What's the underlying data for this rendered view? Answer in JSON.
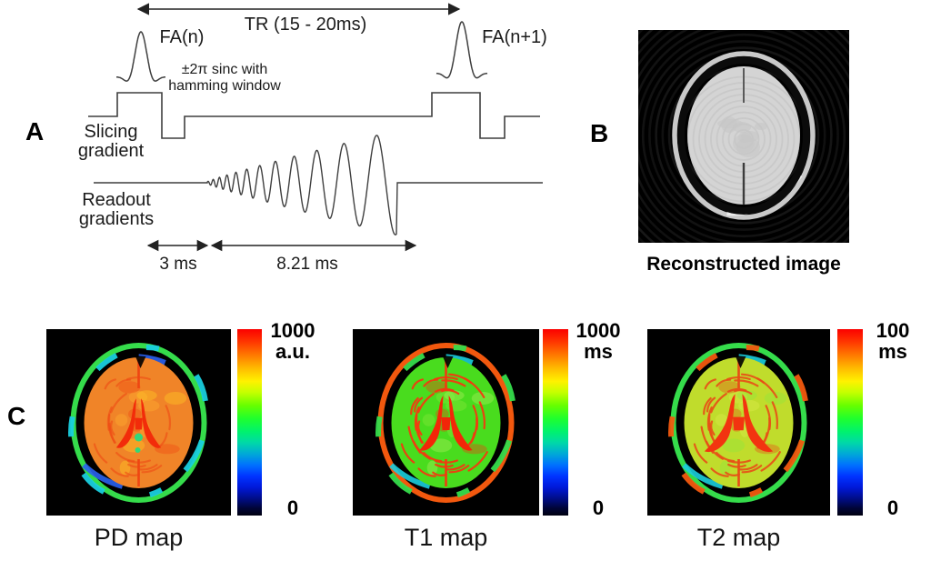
{
  "panels": {
    "a": {
      "label": "A",
      "tr_label": "TR (15 - 20ms)",
      "fa_n_label": "FA(n)",
      "fa_n1_label": "FA(n+1)",
      "sinc_note_line1": "±2π sinc with",
      "sinc_note_line2": "hamming window",
      "slicing_label_line1": "Slicing",
      "slicing_label_line2": "gradient",
      "readout_label_line1": "Readout",
      "readout_label_line2": "gradients",
      "duration_1": "3 ms",
      "duration_2": "8.21 ms"
    },
    "b": {
      "label": "B",
      "caption": "Reconstructed image"
    },
    "c": {
      "label": "C",
      "maps": [
        {
          "caption": "PD map",
          "scale_max": "1000",
          "scale_unit": "a.u.",
          "scale_min": "0"
        },
        {
          "caption": "T1 map",
          "scale_max": "1000",
          "scale_unit": "ms",
          "scale_min": "0"
        },
        {
          "caption": "T2 map",
          "scale_max": "100",
          "scale_unit": "ms",
          "scale_min": "0"
        }
      ]
    }
  },
  "colors": {
    "line": "#3f3f3f",
    "text": "#1a1a1a",
    "colorbar_stops": [
      "#fb0000 0%",
      "#ff3800 7%",
      "#ff7a00 14%",
      "#ffbb00 21%",
      "#fff200 28%",
      "#c4ff00 34%",
      "#66ff00 41%",
      "#1fff2e 48%",
      "#00f26e 55%",
      "#00d8a8 61%",
      "#00a8d8 67%",
      "#0070ff 73%",
      "#0033ff 79%",
      "#0018d8 85%",
      "#000d86 91%",
      "#000538 96%",
      "#000010 100%"
    ],
    "maps": [
      {
        "id": "map-pd",
        "tissue": "#f08428",
        "tissue2": "#ffb433",
        "patch": "#ffd025",
        "sulci": "#ef4612",
        "ventricle": "#f22c0a",
        "rim": "#35dc4b",
        "rim_accent": "#19cede",
        "rim_accent2": "#2a62f0",
        "dot": "#26da7e"
      },
      {
        "id": "map-t1",
        "tissue": "#49dc1e",
        "tissue2": "#8ce83c",
        "patch": "#b4f060",
        "sulci": "#f23a10",
        "ventricle": "#f22608",
        "rim": "#f2580e",
        "rim_accent": "#35dc4b",
        "rim_accent2": "#19cede",
        "dot": ""
      },
      {
        "id": "map-t2",
        "tissue": "#c0dc2c",
        "tissue2": "#dcec4c",
        "patch": "#8ce83c",
        "sulci": "#e84e16",
        "ventricle": "#f23410",
        "rim": "#35dc4b",
        "rim_accent": "#f2580e",
        "rim_accent2": "#19cede",
        "dot": ""
      }
    ],
    "recon": {
      "bg": "#000000",
      "rings": "#1e1e1e",
      "scalp": "#c9c9c9",
      "skull": "#0b0b0b",
      "brain": "#d4d4d4",
      "inner_rings": "#bfbfbf",
      "fissure": "#5a5a5a"
    }
  }
}
